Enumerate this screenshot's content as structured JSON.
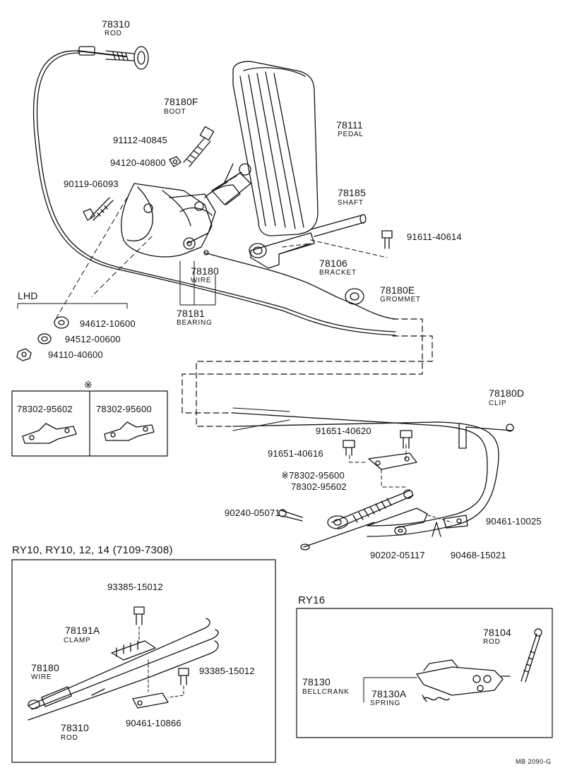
{
  "parts": {
    "p78310_top": {
      "num": "78310",
      "name": "ROD"
    },
    "p78180F": {
      "num": "78180F",
      "name": "BOOT"
    },
    "p91112": {
      "num": "91112-40845"
    },
    "p94120": {
      "num": "94120-40800"
    },
    "p90119": {
      "num": "90119-06093"
    },
    "p78111": {
      "num": "78111",
      "name": "PEDAL"
    },
    "p78185": {
      "num": "78185",
      "name": "SHAFT"
    },
    "p91611": {
      "num": "91611-40614"
    },
    "p78106": {
      "num": "78106",
      "name": "BRACKET"
    },
    "p78180_top": {
      "num": "78180",
      "name": "WIRE"
    },
    "p78180E": {
      "num": "78180E",
      "name": "GROMMET"
    },
    "p78181": {
      "num": "78181",
      "name": "BEARING"
    },
    "p94612": {
      "num": "94612-10600"
    },
    "p94512": {
      "num": "94512-00600"
    },
    "p94110": {
      "num": "94110-40600"
    },
    "p78180D": {
      "num": "78180D",
      "name": "CLIP"
    },
    "p91651_620": {
      "num": "91651-40620"
    },
    "p91651_616": {
      "num": "91651-40616"
    },
    "p78302_600": {
      "num": "※78302-95600"
    },
    "p78302_602": {
      "num": "78302-95602"
    },
    "p90240": {
      "num": "90240-05071"
    },
    "p90461_025": {
      "num": "90461-10025"
    },
    "p90202": {
      "num": "90202-05117"
    },
    "p90468": {
      "num": "90468-15021"
    },
    "p93385_a": {
      "num": "93385-15012"
    },
    "p78191A": {
      "num": "78191A",
      "name": "CLAMP"
    },
    "p78180_low": {
      "num": "78180",
      "name": "WIRE"
    },
    "p93385_b": {
      "num": "93385-15012"
    },
    "p78310_low": {
      "num": "78310",
      "name": "ROD"
    },
    "p90461_866": {
      "num": "90461-10866"
    },
    "p78104": {
      "num": "78104",
      "name": "ROD"
    },
    "p78130": {
      "num": "78130",
      "name": "BELLCRANK"
    },
    "p78130A": {
      "num": "78130A",
      "name": "SPRING"
    }
  },
  "lhd": {
    "label": "LHD"
  },
  "note_box": {
    "mark": "※",
    "left": "78302-95602",
    "right": "78302-95600"
  },
  "section_ry10": {
    "title": "RY10,  RY10, 12, 14  (7109-7308)"
  },
  "section_ry16": {
    "title": "RY16"
  },
  "footer": {
    "code": "MB  2090-G"
  }
}
